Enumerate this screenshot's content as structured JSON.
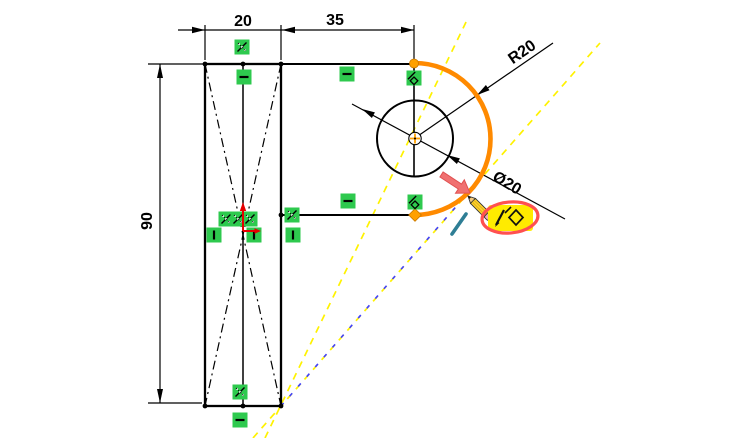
{
  "app": {
    "description": "CAD sketch editing viewport (SolidWorks-style) showing a dimensioned rectangle, tangent arc and circle"
  },
  "dimensions": {
    "rect_width": "20",
    "center_offset": "35",
    "rect_height": "90",
    "arc_radius": "R20",
    "circle_diameter": "Ø20"
  },
  "relation_icons": [
    "midpoint",
    "horizontal",
    "vertical",
    "coincident",
    "tangent"
  ],
  "cursor": {
    "type": "sketch-pencil-cursor",
    "feedback_tooltip": "tangent-relation-feedback",
    "annotation": "salmon-pointer-arrow"
  },
  "colors": {
    "sketch_black": "#000000",
    "relation_green": "#2EC94E",
    "selection_orange": "#FF8A00",
    "endpoint_orange": "#FFA000",
    "inference_yellow": "#FFF200",
    "inference_blue": "#4040FF",
    "origin_red": "#E60000",
    "annotation_salmon": "#F07070",
    "tooltip_yellow": "#FFEB00",
    "highlight_ellipse_red": "#FF5050"
  }
}
